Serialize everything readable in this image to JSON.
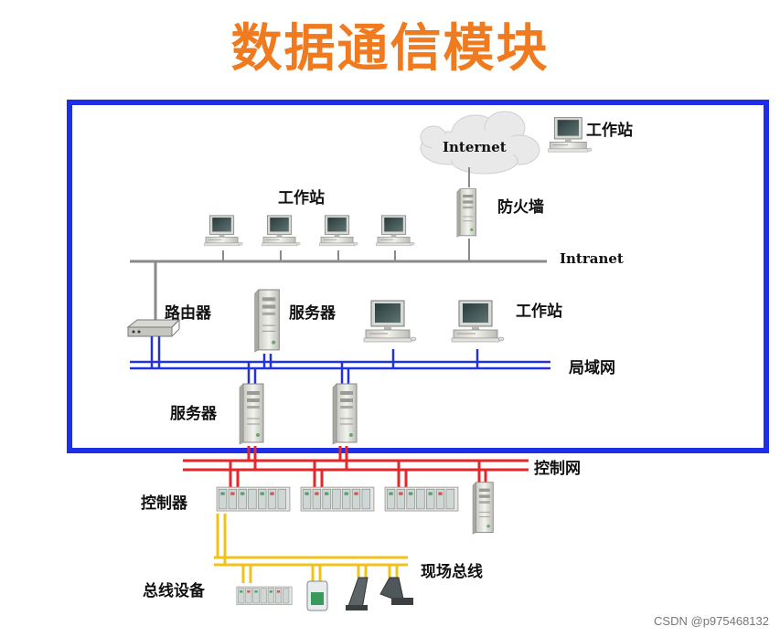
{
  "title": "数据通信模块",
  "labels": {
    "internet": "Internet",
    "workstation_top_right": "工作站",
    "firewall": "防火墙",
    "workstations_upper": "工作站",
    "intranet": "Intranet",
    "router": "路由器",
    "server_mid": "服务器",
    "workstation_mid": "工作站",
    "lan": "局域网",
    "server_lower": "服务器",
    "control_net": "控制网",
    "controller": "控制器",
    "fieldbus": "现场总线",
    "bus_devices": "总线设备"
  },
  "watermark": "CSDN @p975468132",
  "colors": {
    "title": "#f07a1f",
    "frame": "#1e2ee6",
    "intranet_line": "#8a8a8a",
    "lan_line": "#2233dd",
    "control_line": "#e8262a",
    "fieldbus_line": "#f3c21a"
  }
}
